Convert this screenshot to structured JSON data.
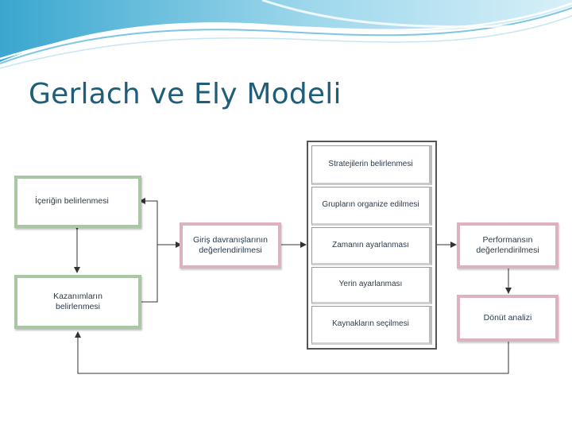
{
  "slide": {
    "title": "Gerlach ve Ely Modeli"
  },
  "diagram": {
    "content_box": "İçeriğin belirlenmesi",
    "objectives_box": "Kazanımların belirlenmesi",
    "entry_box": "Giriş davranışlarının değerlendirilmesi",
    "strategy_box": "Stratejilerin belirlenmesi",
    "groups_box": "Grupların organize edilmesi",
    "time_box": "Zamanın ayarlanması",
    "place_box": "Yerin ayarlanması",
    "resources_box": "Kaynakların seçilmesi",
    "performance_box": "Performansın değerlendirilmesi",
    "feedback_box": "Dönüt analizi"
  },
  "colors": {
    "title": "#1f5d78",
    "green_border": "#a9c7a2",
    "pink_border": "#dcb1c2",
    "wave_light": "#bfe4f2",
    "wave_dark": "#4fb3d6"
  }
}
